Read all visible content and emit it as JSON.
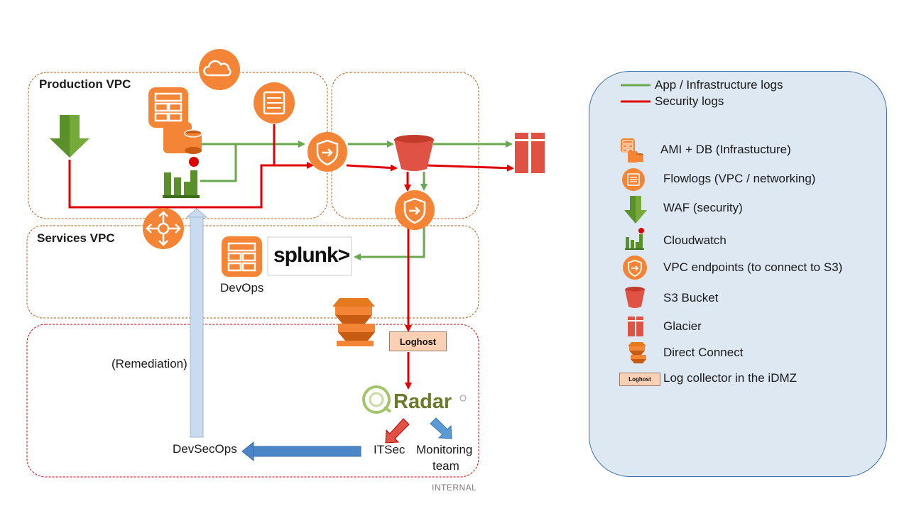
{
  "vpcs": {
    "production": "Production  VPC",
    "services": "Services VPC"
  },
  "nodes": {
    "devops": "DevOps",
    "splunk": "splunk>",
    "loghost": "Loghost",
    "qradar": "Radar",
    "itsec": "ITSec",
    "monitoring_line1": "Monitoring",
    "monitoring_line2": "team",
    "devsecops": "DevSecOps",
    "remediation": "(Remediation)"
  },
  "legend": {
    "app_logs": "App / Infrastructure logs",
    "security_logs": "Security logs",
    "ami_db": "AMI + DB (Infrastucture)",
    "flowlogs": "Flowlogs (VPC / networking)",
    "waf": "WAF (security)",
    "cloudwatch": "Cloudwatch",
    "vpc_endpoints": "VPC endpoints (to connect to S3)",
    "s3": "S3 Bucket",
    "glacier": "Glacier",
    "direct_connect": "Direct Connect",
    "loghost_icon": "Loghost",
    "log_collector": "Log collector in the iDMZ"
  },
  "footer": "INTERNAL",
  "colors": {
    "app_logs": "#6aa84f",
    "security_logs": "#e00000",
    "aws_orange": "#f58536",
    "aws_red": "#e05243",
    "aws_green": "#5a8f29",
    "legend_bg": "#dde8f3",
    "remediation_arrow": "#c9dcef",
    "devsecops_arrow": "#4a86c8"
  }
}
